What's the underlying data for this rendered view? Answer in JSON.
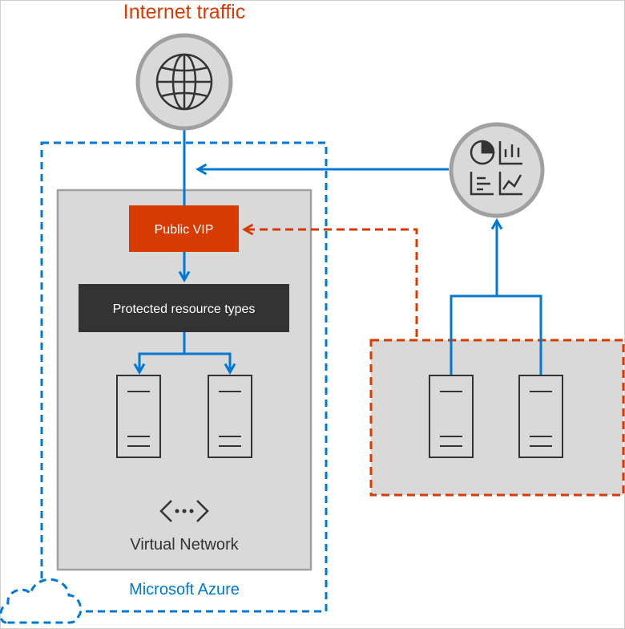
{
  "title": "Internet traffic",
  "public_vip": "Public VIP",
  "protected_resources": "Protected resource types",
  "virtual_network": "Virtual Network",
  "azure": "Microsoft Azure",
  "icons": [
    "globe-icon",
    "analytics-icon",
    "server-icon",
    "network-icon",
    "cloud-icon"
  ],
  "colors": {
    "title_text": "#d83b01",
    "azure_blue": "#0078d4",
    "attack_red": "#d83b01",
    "vip_box": "#d83b01",
    "dark_box": "#333333",
    "panel_gray": "#d9d9d9",
    "panel_border": "#a0a0a0"
  }
}
